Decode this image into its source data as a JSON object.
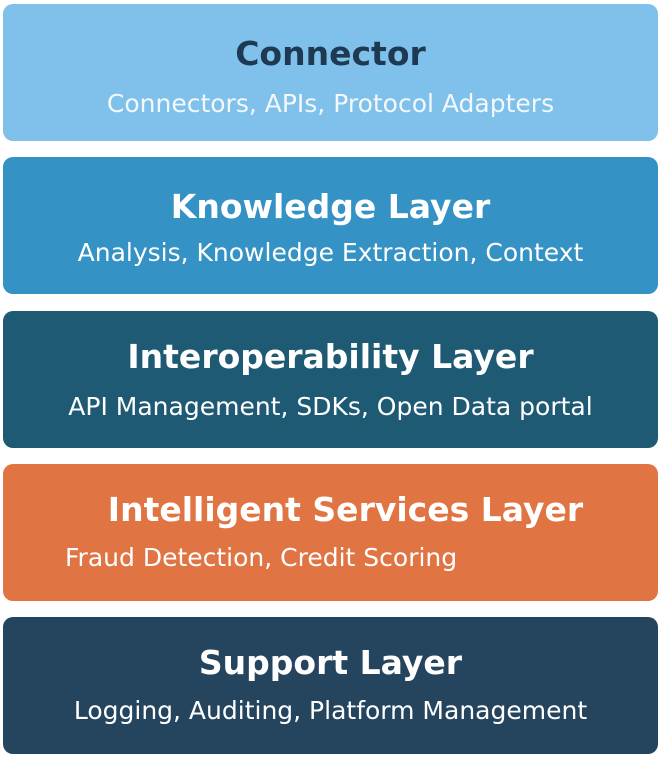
{
  "layers": [
    {
      "title": "Connector",
      "subtitle": "Connectors, APIs, Protocol Adapters",
      "bg_color": "#7fc1ea",
      "title_color": "#1d3a52",
      "subtitle_color": "#f2f8fc"
    },
    {
      "title": "Knowledge Layer",
      "subtitle": "Analysis, Knowledge Extraction, Context",
      "bg_color": "#3592c4",
      "title_color": "#ffffff",
      "subtitle_color": "#ffffff"
    },
    {
      "title": "Interoperability Layer",
      "subtitle": "API Management, SDKs, Open Data portal",
      "bg_color": "#1f5a75",
      "title_color": "#ffffff",
      "subtitle_color": "#ffffff"
    },
    {
      "title": "Intelligent Services Layer",
      "subtitle": "Fraud Detection, Credit Scoring",
      "bg_color": "#e07543",
      "title_color": "#ffffff",
      "subtitle_color": "#ffffff"
    },
    {
      "title": "Support Layer",
      "subtitle": "Logging, Auditing, Platform Management",
      "bg_color": "#25455f",
      "title_color": "#ffffff",
      "subtitle_color": "#ffffff"
    }
  ]
}
